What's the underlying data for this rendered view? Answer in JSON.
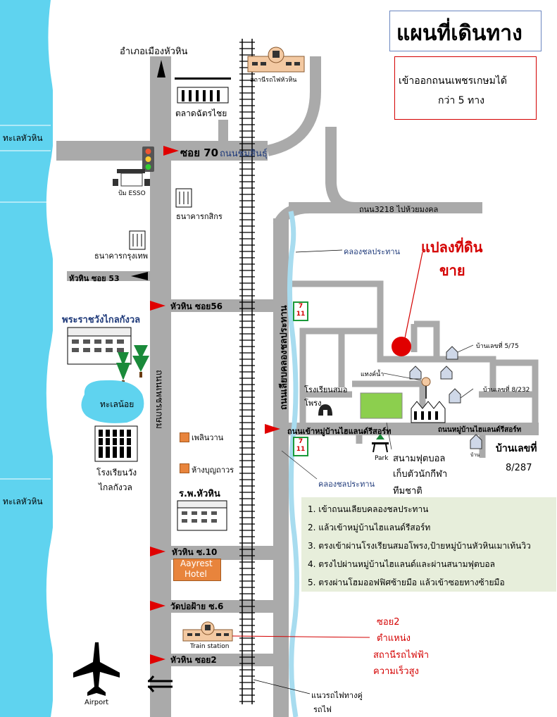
{
  "title": "แผนที่เดินทาง",
  "info_box": {
    "line1": "เข้าออกถนนเพชรเกษมได้",
    "line2": "กว่า 5 ทาง"
  },
  "land_label": {
    "line1": "แปลงที่ดิน",
    "line2": "ขาย"
  },
  "sea": {
    "top": "ทะเลหัวหิน",
    "bottom": "ทะเลหัวหิน"
  },
  "labels": {
    "district": "อำเภอเมืองหัวหิน",
    "station_top": "สถานีรถไฟหัวหิน",
    "market": "ตลาดฉัตรไชย",
    "soi70": "ซอย 70",
    "chomsin": "ถนนชมสินธุ์",
    "esso": "ป้ม ESSO",
    "kasikorn": "ธนาคารกสิกร",
    "road3218": "ถนน3218 ไปห้วยมงคล",
    "bangkok_bank": "ธนาคารกรุงเทพ",
    "canal_top": "คลองชลประทาน",
    "soi53": "หัวหิน ซอย 53",
    "soi56": "หัวหิน ซอย56",
    "canal_road": "ถนนเลียบคลองชลประทาน",
    "palace": "พระราชวังไกลกังวล",
    "house575": "บ้านเลขที่ 5/75",
    "water_tank": "แทงค์น้ำ",
    "house8232": "บ้านเลขที่ 8/232",
    "school_somor": "โรงเรียนสมอ",
    "phrong": "โพรง",
    "lake": "ทะเลน้อย",
    "phetkasem": "ถนนเพชรเกษม",
    "village_road": "ถนนเข้าหมู่บ้านไฮแลนด์รีสอร์ท",
    "village_road_right": "ถนนหมู่บ้านไฮแลนด์รีสอร์ท",
    "house8287_a": "บ้านเลขที่",
    "house8287_b": "8/287",
    "house_small": "บ้าน",
    "phlernwan": "เพลินวาน",
    "football_a": "สนามฟุตบอล",
    "football_b": "เก็บตัวนักกีฬา",
    "football_c": "ทีมชาติ",
    "park": "Park",
    "school_klai_a": "โรงเรียนวัง",
    "school_klai_b": "ไกลกังวล",
    "bunyathavorn": "ห้างบุญถาวร",
    "hospital": "ร.พ.หัวหิน",
    "canal_bottom": "คลองชลประทาน",
    "soi10": "หัวหิน ซ.10",
    "aayrest_a": "Aayrest",
    "aayrest_b": "Hotel",
    "soi6": "วัดบ่อฝ้าย ซ.6",
    "train_station": "Train station",
    "soi2_note_a": "ซอย2",
    "soi2_note_b": "ตำแหน่ง",
    "soi2_note_c": "สถานีรถไฟฟ้า",
    "soi2_note_d": "ความเร็วสูง",
    "soi2": "หัวหิน ซอย2",
    "airport": "Airport",
    "rail_note_a": "แนวรถไฟทางคู่",
    "rail_note_b": "รถไฟ",
    "seven_a": "7",
    "seven_b": "11"
  },
  "directions": [
    "1. เข้าถนนเลียบคลองชลประทาน",
    "2. แล้วเข้าหมู่บ้านไฮแลนด์รีสอร์ท",
    "3. ตรงเข้าผ่านโรงเรียนสมอโพรง,ป้ายหมู่บ้านหัวหินเมาเท้นวิว",
    "4. ตรงไปผ่านหมู่บ้านไฮแลนด์และผ่านสนามฟุตบอล",
    "5. ตรงผ่านโฮมออฟฟิศซ้ายมือ แล้วเข้าซอยทางซ้ายมือ"
  ],
  "colors": {
    "sea": "#5fd3ef",
    "road": "#aaaaaa",
    "canal": "#a8dcef",
    "marker": "#e00000",
    "field": "#8ccf4e",
    "seven_border": "#1a9a3a",
    "directions_bg": "#e7eedb"
  }
}
